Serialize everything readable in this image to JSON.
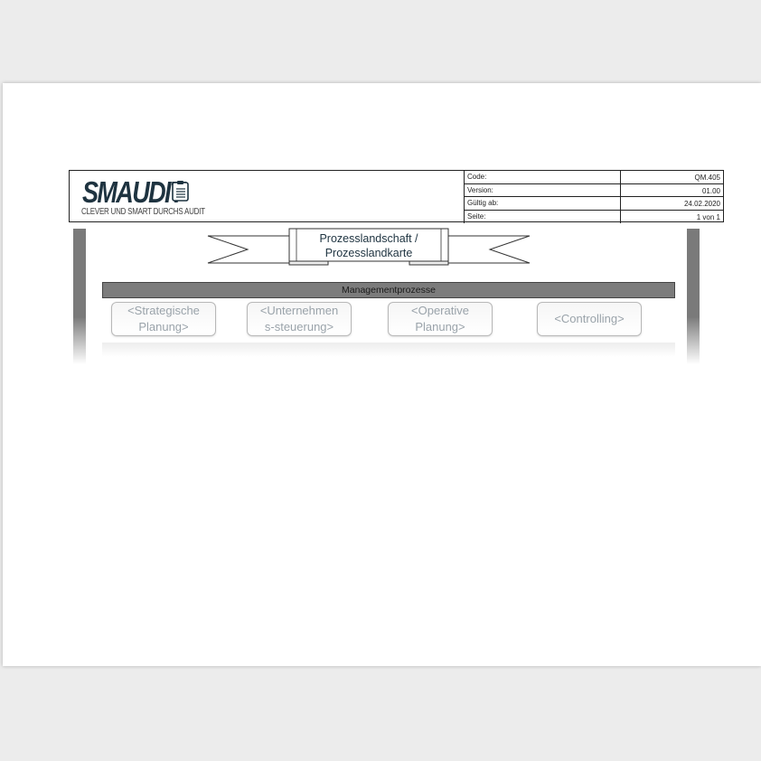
{
  "logo": {
    "name": "SMAUDIT",
    "tagline": "CLEVER UND SMART DURCHS AUDIT",
    "icon": "clipboard-icon"
  },
  "meta": [
    {
      "label": "Code:",
      "value": "QM.405"
    },
    {
      "label": "Version:",
      "value": "01.00"
    },
    {
      "label": "Gültig ab:",
      "value": "24.02.2020"
    },
    {
      "label": "Seite:",
      "value": "1 von 1"
    }
  ],
  "banner": {
    "line1": "Prozesslandschaft /",
    "line2": "Prozesslandkarte"
  },
  "management": {
    "title": "Managementprozesse",
    "processes": [
      {
        "line1": "<Strategische",
        "line2": "Planung>"
      },
      {
        "line1": "<Unternehmen",
        "line2": "s-steuerung>"
      },
      {
        "line1": "<Operative",
        "line2": "Planung>"
      },
      {
        "line1": "<Controlling>",
        "line2": ""
      }
    ]
  },
  "colors": {
    "brand": "#1e3340",
    "bar": "#7c7c7c",
    "process_text": "#9aa3aa"
  }
}
